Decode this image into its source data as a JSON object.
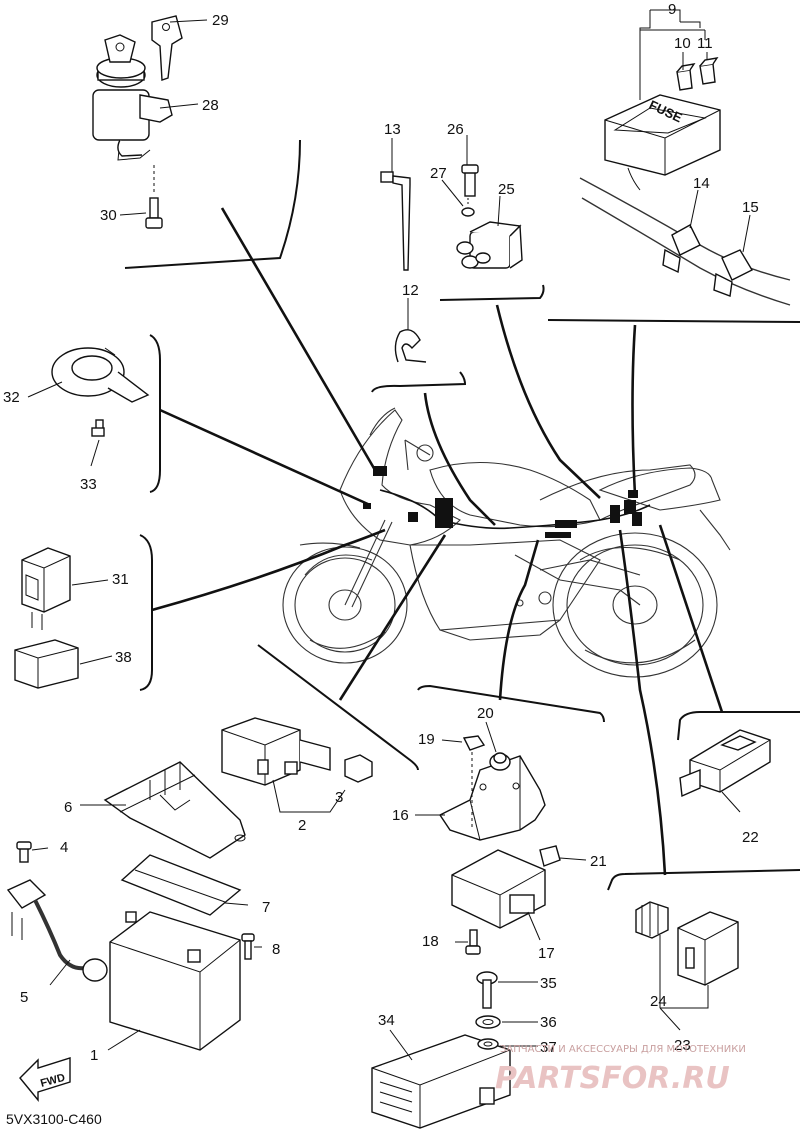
{
  "diagram": {
    "code": "5VX3100-C460",
    "part_labels": [
      "1",
      "2",
      "3",
      "4",
      "5",
      "6",
      "7",
      "8",
      "9",
      "10",
      "11",
      "12",
      "13",
      "14",
      "15",
      "16",
      "17",
      "18",
      "19",
      "20",
      "21",
      "22",
      "23",
      "24",
      "25",
      "26",
      "27",
      "28",
      "29",
      "30",
      "31",
      "32",
      "33",
      "34",
      "35",
      "36",
      "37",
      "38"
    ],
    "fuse_box_text": "FUSE",
    "fwd_text": "FWD",
    "watermark": {
      "subtitle": "ЗАПЧАСТИ И АКСЕССУАРЫ ДЛЯ МОТОТЕХНИКИ",
      "brand": "PARTSFOR.RU"
    }
  }
}
